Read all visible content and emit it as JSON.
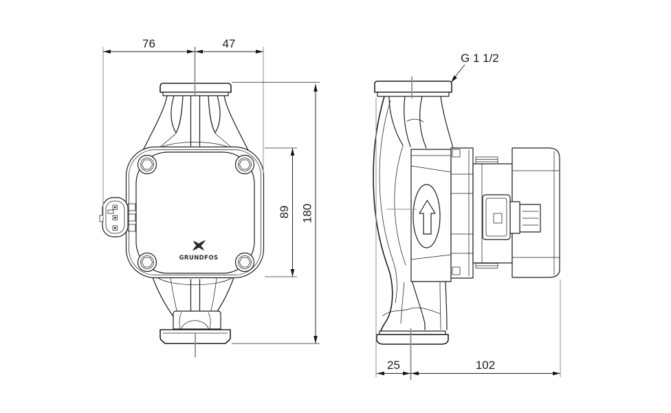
{
  "front_view": {
    "dimensions": {
      "connector_to_center": "76",
      "center_to_box_front": "47",
      "control_box_height": "89",
      "port_to_port_length": "180"
    },
    "logo_text": "GRUNDFOS"
  },
  "side_view": {
    "thread_label": "G 1 1/2",
    "dimensions": {
      "flange_edge_to_center": "25",
      "center_to_box_front": "102"
    }
  },
  "style": {
    "background": "#ffffff",
    "line_color": "#1c1c1c",
    "extension_line_color": "#8f8f8f"
  }
}
